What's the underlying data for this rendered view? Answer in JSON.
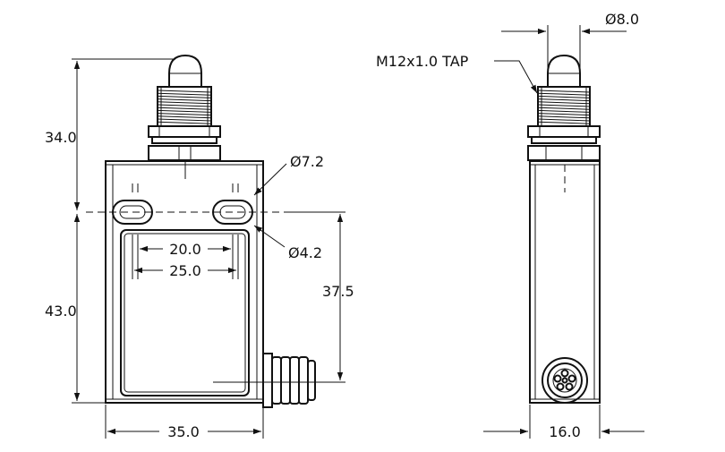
{
  "dimensions": {
    "height_top": "34.0",
    "height_bottom": "43.0",
    "width": "35.0",
    "slot_spacing_inner": "20.0",
    "slot_spacing_outer": "25.0",
    "hole_diameter_outer": "Ø7.2",
    "hole_diameter_inner": "Ø4.2",
    "mount_height": "37.5",
    "plunger_diameter": "Ø8.0",
    "thread_callout": "M12x1.0 TAP",
    "side_width": "16.0"
  },
  "colors": {
    "line": "#111111",
    "background": "#ffffff"
  }
}
